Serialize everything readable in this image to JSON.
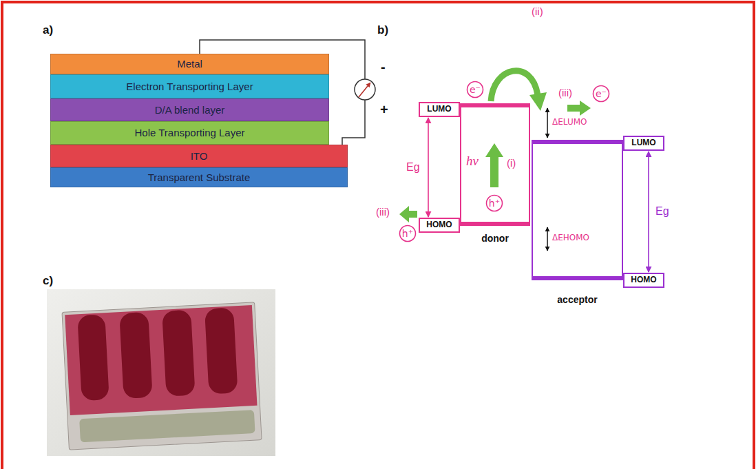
{
  "diagram": {
    "nodes": [
      {
        "text": [
          "Metal"
        ]
      },
      {
        "text": [
          "Electron Transporting Layer"
        ]
      },
      {
        "text": [
          "D/A blend layer"
        ]
      },
      {
        "text": [
          "Hole Transporting Layer"
        ]
      },
      {
        "text": [
          "ITO"
        ]
      },
      {
        "text": [
          "Transparent Substrate"
        ]
      },
      {
        "text": [
          "LUMO"
        ]
      },
      {
        "text": [
          "donor"
        ]
      },
      {
        "text": [
          "e⁻"
        ]
      },
      {
        "text": [
          "h⁺"
        ],
        "in": 7
      },
      {
        "text": [
          "HOMO"
        ]
      },
      {
        "text": [
          "LUMO"
        ]
      },
      {
        "text": [
          "acceptor"
        ]
      },
      {
        "text": [
          "HOMO"
        ]
      },
      {
        "text": [
          "e⁻"
        ]
      },
      {
        "text": [
          "h⁺"
        ]
      }
    ],
    "edges": [
      {
        "from": 6,
        "to": 10,
        "arrow": "both",
        "label": "Eg"
      },
      {
        "from": 11,
        "to": 13,
        "arrow": "both",
        "label": "Eg"
      }
    ],
    "labels": [
      "a)",
      "b)",
      "c)",
      "-",
      "+",
      "(ii)",
      "hν",
      "(i)",
      "(iii)",
      "(iii)",
      "ΔELUMO",
      "ΔEHOMO"
    ]
  }
}
